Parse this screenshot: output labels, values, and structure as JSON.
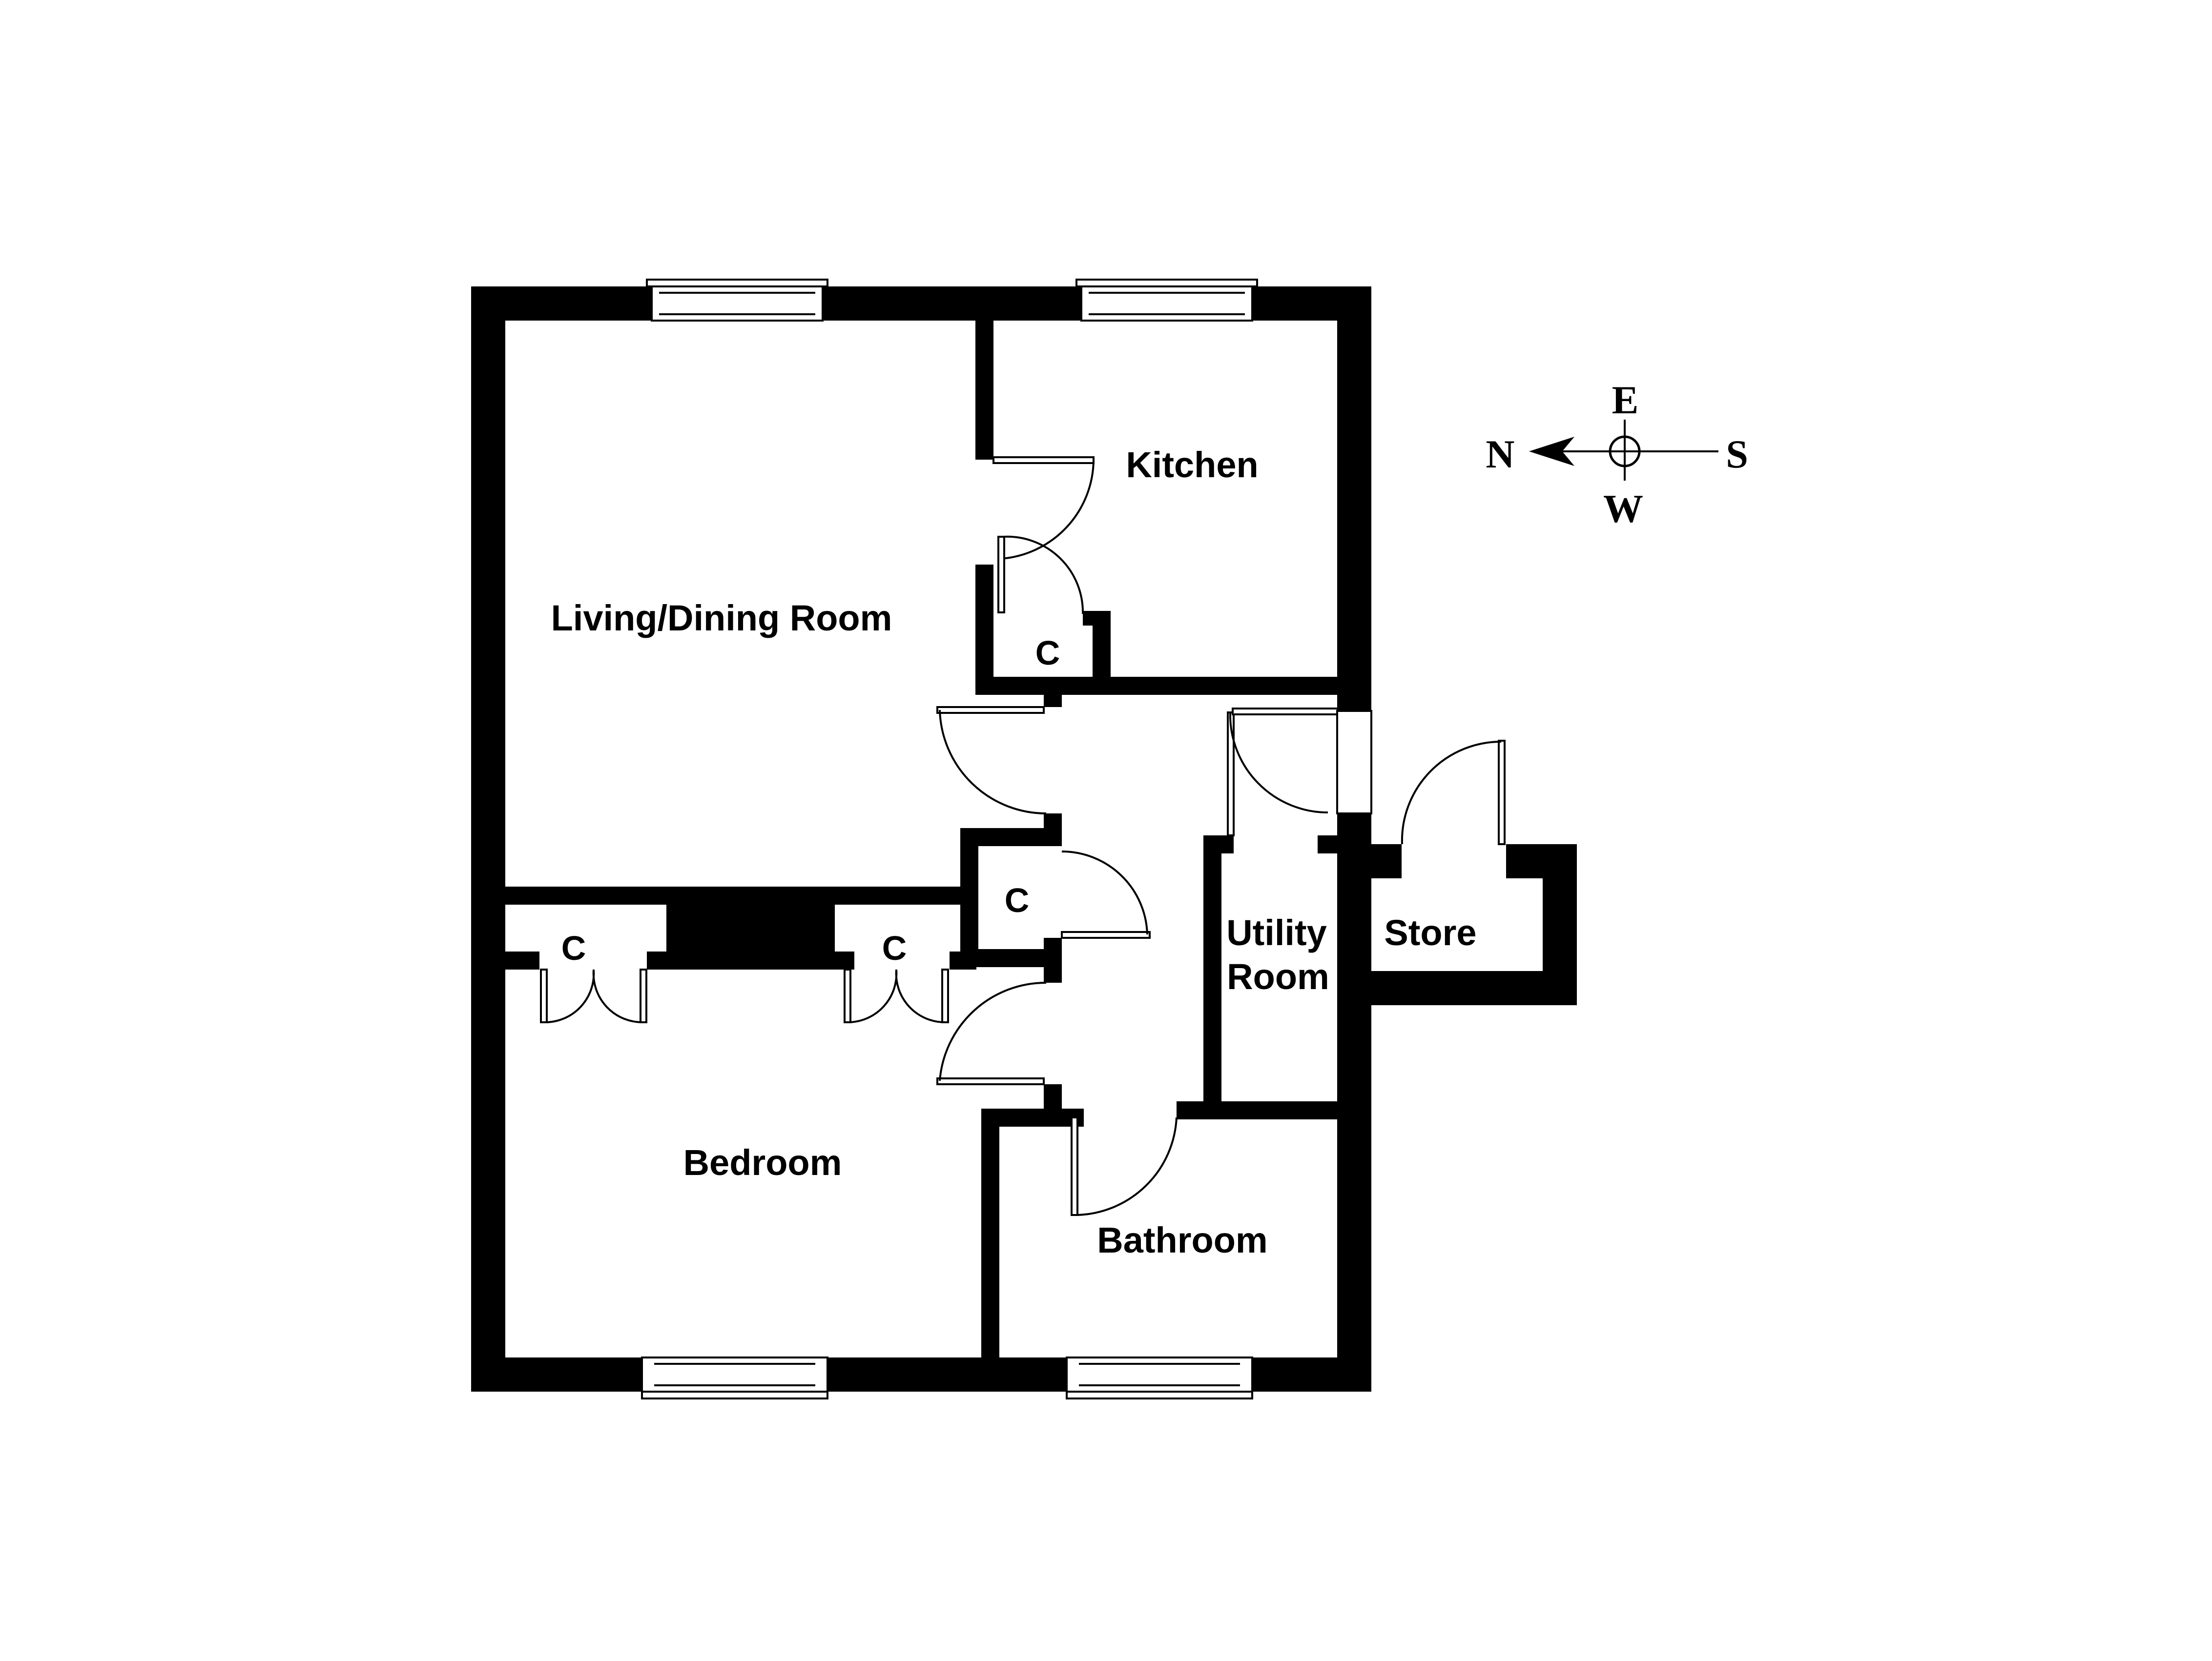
{
  "rooms": {
    "living_dining": "Living/Dining Room",
    "kitchen": "Kitchen",
    "bedroom": "Bedroom",
    "bathroom": "Bathroom",
    "utility_line1": "Utility",
    "utility_line2": "Room",
    "store": "Store"
  },
  "closets": {
    "kitchen_cupboard": "C",
    "hall_cupboard": "C",
    "bedroom_wardrobe_left": "C",
    "bedroom_wardrobe_right": "C"
  },
  "compass": {
    "north": "N",
    "east": "E",
    "south": "S",
    "west": "W"
  },
  "colors": {
    "wall": "#000000",
    "background": "#ffffff"
  }
}
